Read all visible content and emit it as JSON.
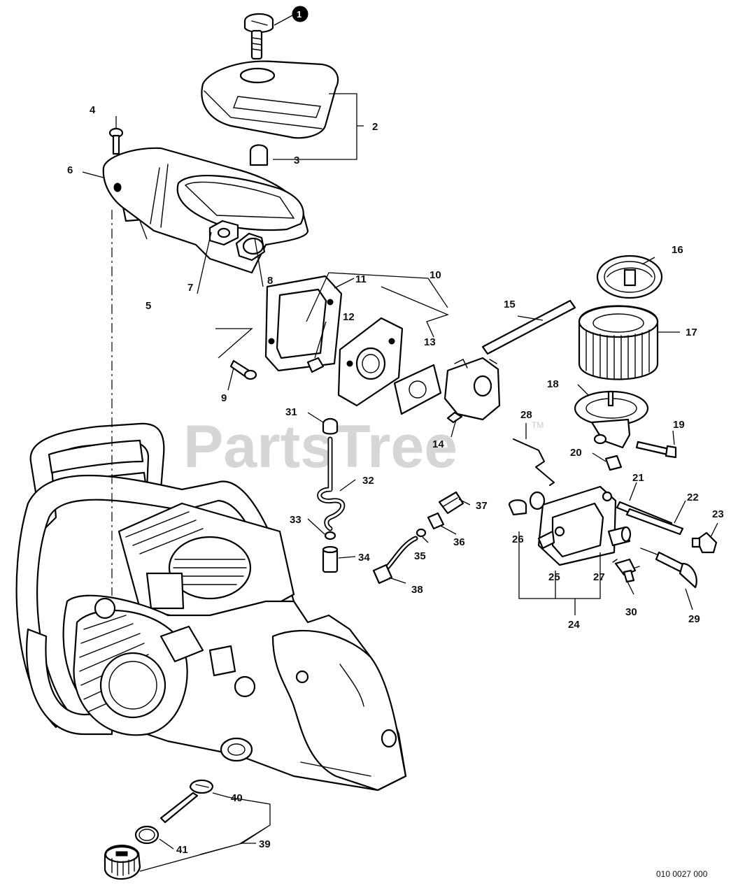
{
  "watermark": {
    "text": "PartsTree",
    "trademark": "TM"
  },
  "drawing_code": "010 0027 000",
  "callouts": {
    "p1": "1",
    "p2": "2",
    "p3": "3",
    "p4": "4",
    "p5": "5",
    "p6": "6",
    "p7": "7",
    "p8": "8",
    "p9": "9",
    "p10": "10",
    "p11": "11",
    "p12": "12",
    "p13": "13",
    "p14": "14",
    "p15": "15",
    "p16": "16",
    "p17": "17",
    "p18": "18",
    "p19": "19",
    "p20": "20",
    "p21": "21",
    "p22": "22",
    "p23": "23",
    "p24": "24",
    "p25": "25",
    "p26": "26",
    "p27": "27",
    "p28": "28",
    "p29": "29",
    "p30": "30",
    "p31": "31",
    "p32": "32",
    "p33": "33",
    "p34": "34",
    "p35": "35",
    "p36": "36",
    "p37": "37",
    "p38": "38",
    "p39": "39",
    "p40": "40",
    "p41": "41"
  }
}
